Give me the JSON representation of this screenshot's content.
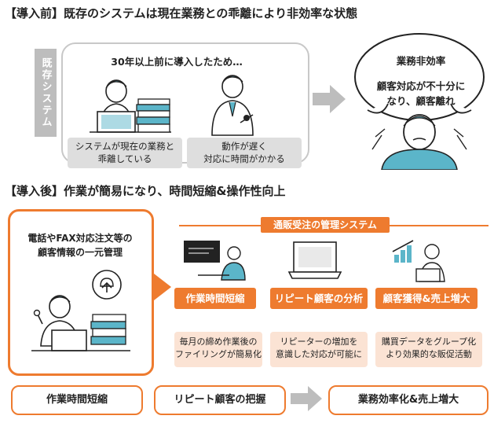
{
  "before": {
    "title": "【導入前】既存のシステムは現在業務との乖離により非効率な状態",
    "tag": "既存システム",
    "heading": "30年以上前に導入したため…",
    "caption_left": [
      "システムが現在の業務と",
      "乖離している"
    ],
    "caption_right": [
      "動作が遅く",
      "対応に時間がかかる"
    ],
    "bubble_title": "業務非効率",
    "bubble_body": [
      "顧客対応が不十分に",
      "なり、顧客離れ"
    ]
  },
  "after": {
    "title": "【導入後】作業が簡易になり、時間短縮&操作性向上",
    "left_box_text": [
      "電話やFAX対応注文等の",
      "顧客情報の一元管理"
    ],
    "banner": "通販受注の管理システム",
    "features": [
      {
        "label": "作業時間短縮",
        "caption": [
          "毎月の締め作業後の",
          "ファイリングが簡易化"
        ]
      },
      {
        "label": "リピート顧客の分析",
        "caption": [
          "リピーターの増加を",
          "意識した対応が可能に"
        ]
      },
      {
        "label": "顧客獲得&売上増大",
        "caption": [
          "購買データをグループ化",
          "より効果的な販促活動"
        ]
      }
    ],
    "result_left": "作業時間短縮",
    "result_mid": "リピート顧客の把握",
    "result_right": "業務効率化&売上増大"
  },
  "colors": {
    "accent": "#ee7b2f",
    "peach": "#fbe3d4",
    "gray_tag": "#bdbdbd",
    "gray_caption": "#dedede",
    "teal_shirt": "#5bb5c9"
  }
}
